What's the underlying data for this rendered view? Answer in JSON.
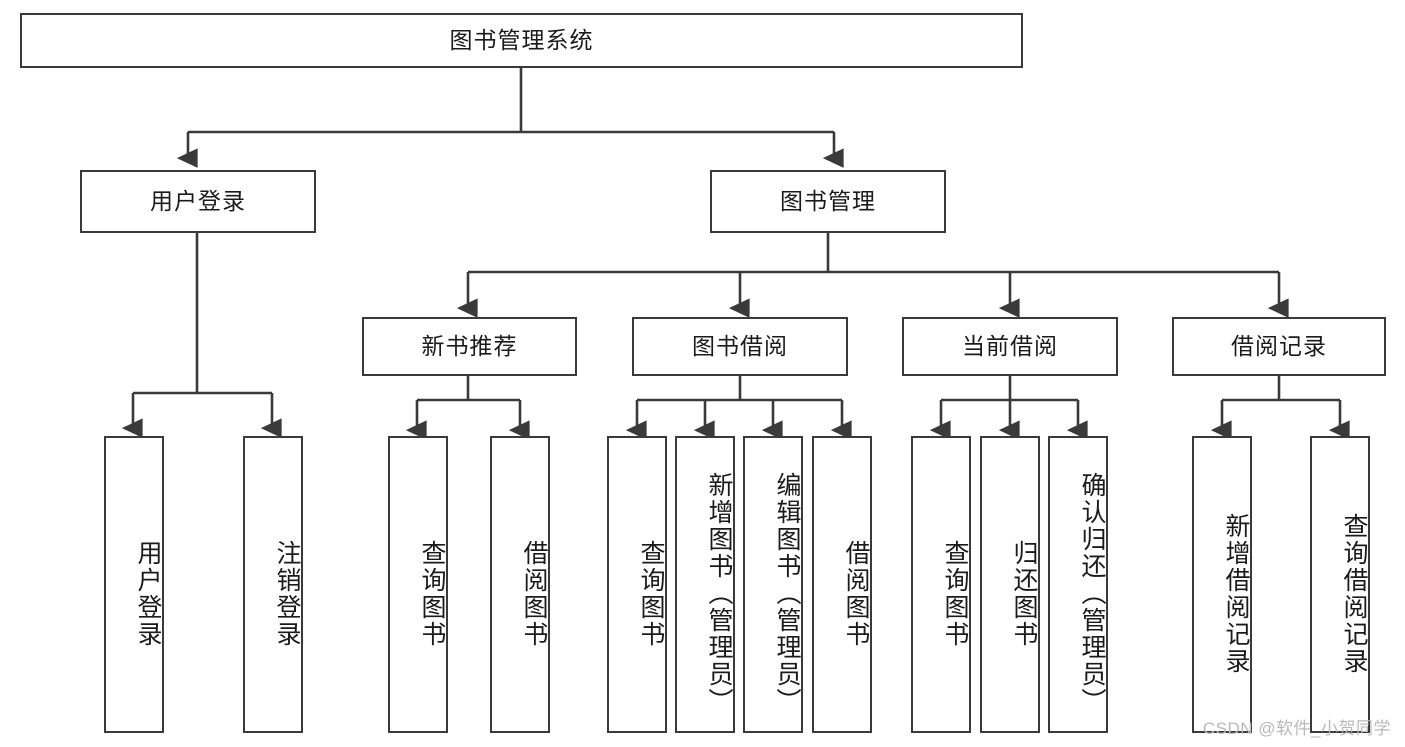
{
  "diagram": {
    "title_node": {
      "label": "图书管理系统"
    },
    "level2": [
      {
        "id": "user-login",
        "label": "用户登录"
      },
      {
        "id": "book-management",
        "label": "图书管理"
      }
    ],
    "level3": [
      {
        "id": "new-book-recommend",
        "label": "新书推荐"
      },
      {
        "id": "book-borrow",
        "label": "图书借阅"
      },
      {
        "id": "current-borrow",
        "label": "当前借阅"
      },
      {
        "id": "borrow-record",
        "label": "借阅记录"
      }
    ],
    "leaves": [
      {
        "id": "leaf-user-login",
        "label": "用户登录",
        "parent": "user-login"
      },
      {
        "id": "leaf-logout-login",
        "label": "注销登录",
        "parent": "user-login"
      },
      {
        "id": "leaf-query-books-1",
        "label": "查询图书",
        "parent": "new-book-recommend"
      },
      {
        "id": "leaf-borrow-books-1",
        "label": "借阅图书",
        "parent": "new-book-recommend"
      },
      {
        "id": "leaf-query-books-2",
        "label": "查询图书",
        "parent": "book-borrow"
      },
      {
        "id": "leaf-add-book",
        "label": "新增图书（管理员）",
        "parent": "book-borrow"
      },
      {
        "id": "leaf-edit-book",
        "label": "编辑图书（管理员）",
        "parent": "book-borrow"
      },
      {
        "id": "leaf-borrow-books-2",
        "label": "借阅图书",
        "parent": "book-borrow"
      },
      {
        "id": "leaf-query-books-3",
        "label": "查询图书",
        "parent": "current-borrow"
      },
      {
        "id": "leaf-return-book",
        "label": "归还图书",
        "parent": "current-borrow"
      },
      {
        "id": "leaf-confirm-return",
        "label": "确认归还（管理员）",
        "parent": "current-borrow"
      },
      {
        "id": "leaf-add-borrow-record",
        "label": "新增借阅记录",
        "parent": "borrow-record"
      },
      {
        "id": "leaf-query-borrow-record",
        "label": "查询借阅记录",
        "parent": "borrow-record"
      }
    ],
    "watermark": "CSDN @软件_小贺同学",
    "colors": {
      "stroke": "#3a3a3a",
      "text": "#1b1b1b",
      "background": "#ffffff",
      "watermark": "#b9b9b9"
    }
  }
}
